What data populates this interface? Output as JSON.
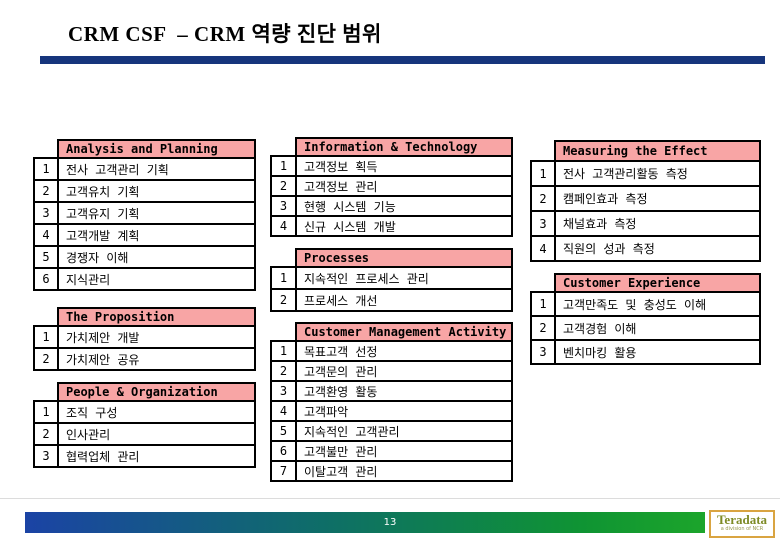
{
  "slide": {
    "title": "CRM CSF  – CRM 역량 진단 범위",
    "page_number": "13"
  },
  "logo": {
    "brand": "Teradata",
    "tagline": "a division of NCR"
  },
  "colors": {
    "table_header_pink": "#F8A5A5",
    "title_rule_navy": "#16357C",
    "footer_gradient_left_blue": "#1B43A5",
    "footer_gradient_mid_teal": "#0E6F66",
    "footer_gradient_right_green": "#1CA52B",
    "logo_border_gold": "#D9A441",
    "logo_text_olive": "#7E8B26"
  },
  "tables": {
    "analysis_planning": {
      "title": "Analysis and Planning",
      "rows": [
        {
          "n": "1",
          "label": "전사 고객관리 기획"
        },
        {
          "n": "2",
          "label": "고객유치 기획"
        },
        {
          "n": "3",
          "label": "고객유지 기획"
        },
        {
          "n": "4",
          "label": "고객개발 계획"
        },
        {
          "n": "5",
          "label": "경쟁자 이해"
        },
        {
          "n": "6",
          "label": "지식관리"
        }
      ]
    },
    "proposition": {
      "title": "The Proposition",
      "rows": [
        {
          "n": "1",
          "label": "가치제안 개발"
        },
        {
          "n": "2",
          "label": "가치제안 공유"
        }
      ]
    },
    "people_organization": {
      "title": "People & Organization",
      "rows": [
        {
          "n": "1",
          "label": "조직 구성"
        },
        {
          "n": "2",
          "label": "인사관리"
        },
        {
          "n": "3",
          "label": "협력업체 관리"
        }
      ]
    },
    "information_technology": {
      "title": "Information & Technology",
      "rows": [
        {
          "n": "1",
          "label": "고객정보 획득"
        },
        {
          "n": "2",
          "label": "고객정보 관리"
        },
        {
          "n": "3",
          "label": "현행 시스템 기능"
        },
        {
          "n": "4",
          "label": "신규 시스템 개발"
        }
      ]
    },
    "processes": {
      "title": "Processes",
      "rows": [
        {
          "n": "1",
          "label": "지속적인 프로세스 관리"
        },
        {
          "n": "2",
          "label": "프로세스 개선"
        }
      ]
    },
    "customer_management": {
      "title": "Customer Management Activity",
      "rows": [
        {
          "n": "1",
          "label": "목표고객 선정"
        },
        {
          "n": "2",
          "label": "고객문의 관리"
        },
        {
          "n": "3",
          "label": "고객환영 활동"
        },
        {
          "n": "4",
          "label": "고객파악"
        },
        {
          "n": "5",
          "label": "지속적인 고객관리"
        },
        {
          "n": "6",
          "label": "고객불만 관리"
        },
        {
          "n": "7",
          "label": "이탈고객 관리"
        }
      ]
    },
    "measuring_effect": {
      "title": "Measuring the Effect",
      "rows": [
        {
          "n": "1",
          "label": "전사 고객관리활동 측정"
        },
        {
          "n": "2",
          "label": "캠페인효과 측정"
        },
        {
          "n": "3",
          "label": "채널효과 측정"
        },
        {
          "n": "4",
          "label": "직원의 성과 측정"
        }
      ]
    },
    "customer_experience": {
      "title": "Customer Experience",
      "rows": [
        {
          "n": "1",
          "label": "고객만족도 및 충성도 이해"
        },
        {
          "n": "2",
          "label": "고객경험 이해"
        },
        {
          "n": "3",
          "label": "벤치마킹 활용"
        }
      ]
    }
  }
}
